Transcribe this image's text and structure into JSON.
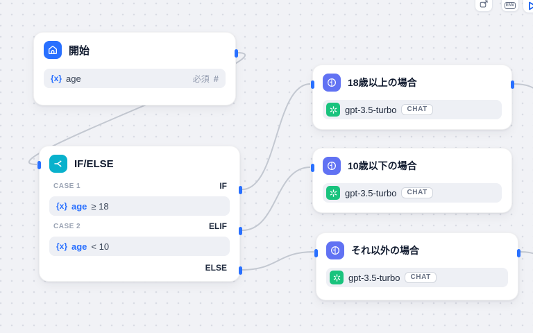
{
  "canvas": {
    "background": "#f1f2f6",
    "dot_color": "#d9dce4",
    "edge_color": "#c3c8d1",
    "handle_color": "#2970ff"
  },
  "toolbar": {
    "env_label": "ENV",
    "icons": [
      "export-box-arrow-icon",
      "env-badge-icon",
      "play-icon"
    ],
    "run_color": "#155eef"
  },
  "nodes": {
    "start": {
      "title": "開始",
      "icon": "home-icon",
      "icon_color": "#2970ff",
      "variable": {
        "prefix": "{x}",
        "name": "age",
        "required": "必須",
        "type_symbol": "#"
      }
    },
    "ifelse": {
      "title": "IF/ELSE",
      "icon": "split-branch-icon",
      "icon_color": "#09b1cc",
      "cases": [
        {
          "label": "CASE 1",
          "branch": "IF",
          "prefix": "{x}",
          "variable": "age",
          "condition": "≥ 18"
        },
        {
          "label": "CASE 2",
          "branch": "ELIF",
          "prefix": "{x}",
          "variable": "age",
          "condition": "< 10"
        }
      ],
      "else_branch": "ELSE"
    },
    "llm": [
      {
        "title": "18歳以上の場合",
        "icon": "llm-icon",
        "icon_color": "#6172f3",
        "model": "gpt-3.5-turbo",
        "mode": "CHAT",
        "provider_icon": "openai-icon",
        "provider_color": "#19c37d"
      },
      {
        "title": "10歳以下の場合",
        "icon": "llm-icon",
        "icon_color": "#6172f3",
        "model": "gpt-3.5-turbo",
        "mode": "CHAT",
        "provider_icon": "openai-icon",
        "provider_color": "#19c37d"
      },
      {
        "title": "それ以外の場合",
        "icon": "llm-icon",
        "icon_color": "#6172f3",
        "model": "gpt-3.5-turbo",
        "mode": "CHAT",
        "provider_icon": "openai-icon",
        "provider_color": "#19c37d"
      }
    ]
  }
}
